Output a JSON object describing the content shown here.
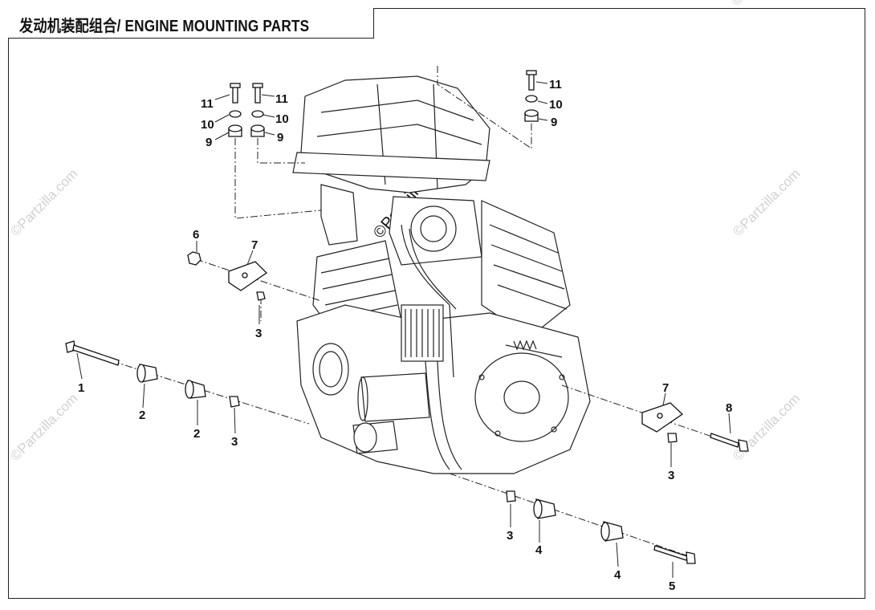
{
  "title": "发动机装配组合/ ENGINE MOUNTING PARTS",
  "watermark": "©Partzilla.com",
  "callouts": {
    "c11a": "11",
    "c10a": "10",
    "c9a": "9",
    "c11b": "11",
    "c10b": "10",
    "c9b": "9",
    "c11c": "11",
    "c10c": "10",
    "c9c": "9",
    "c6": "6",
    "c7a": "7",
    "c3a": "3",
    "c1": "1",
    "c2a": "2",
    "c2b": "2",
    "c3b": "3",
    "c7b": "7",
    "c8": "8",
    "c3c": "3",
    "c3d": "3",
    "c4a": "4",
    "c4b": "4",
    "c5": "5"
  }
}
